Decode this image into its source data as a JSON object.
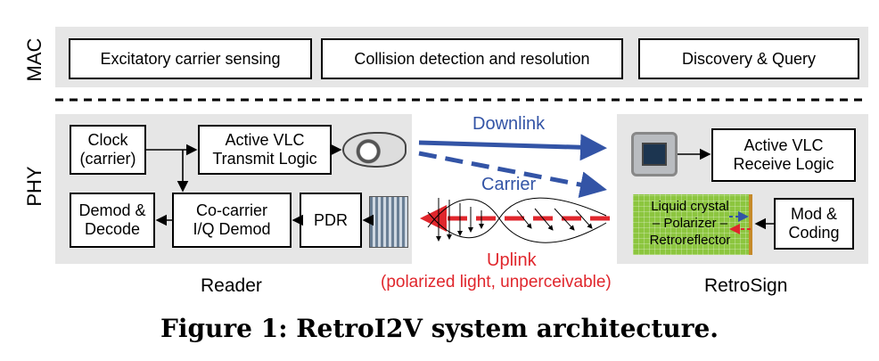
{
  "layers": {
    "mac": "MAC",
    "phy": "PHY"
  },
  "mac_boxes": [
    "Excitatory carrier sensing",
    "Collision detection and resolution",
    "Discovery & Query"
  ],
  "reader": {
    "label": "Reader",
    "clock": "Clock\n(carrier)",
    "transmit": "Active VLC\nTransmit Logic",
    "demod": "Demod &\nDecode",
    "iq": "Co-carrier\nI/Q Demod",
    "pdr": "PDR"
  },
  "channel": {
    "downlink": "Downlink",
    "carrier": "Carrier",
    "uplink": "Uplink",
    "uplink_note": "(polarized light, unperceivable)"
  },
  "sign": {
    "label": "RetroSign",
    "receive": "Active VLC\nReceive Logic",
    "lc": "Liquid crystal\n– Polarizer –\nRetroreflector",
    "mod": "Mod &\nCoding"
  },
  "caption": "Figure 1: RetroI2V system architecture.",
  "colors": {
    "blue": "#3354a6",
    "red": "#e0262c",
    "panel": "#e6e6e6"
  }
}
